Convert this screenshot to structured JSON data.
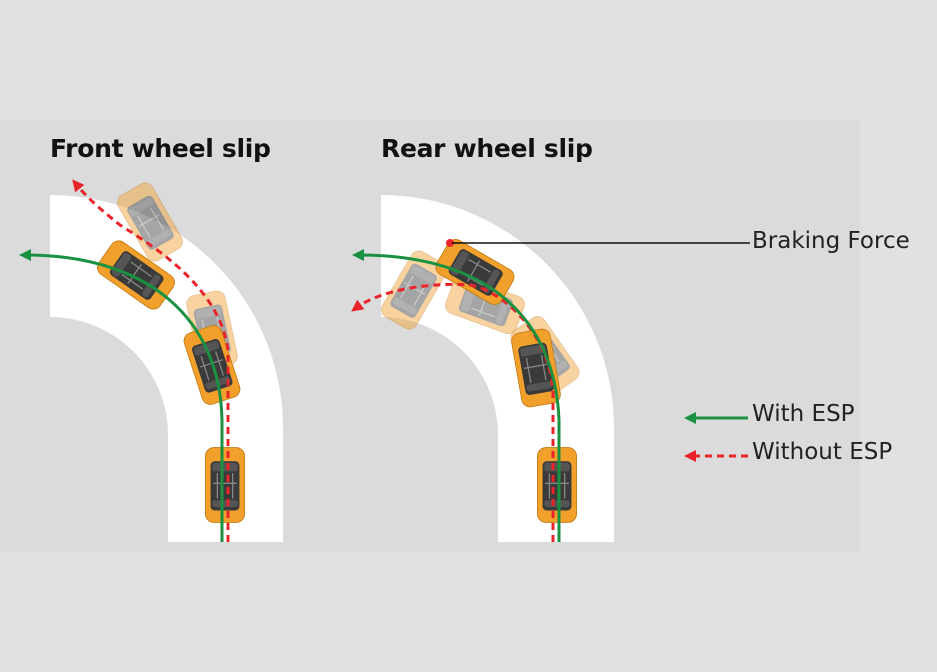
{
  "titles": {
    "front": "Front wheel slip",
    "rear": "Rear wheel slip"
  },
  "annotations": {
    "braking_force": "Braking Force"
  },
  "legend": {
    "with_esp": "With ESP",
    "without_esp": "Without ESP"
  },
  "colors": {
    "background": "#e2e1e1",
    "panel": "#dcdbdb",
    "road": "#ffffff",
    "with_esp": "#1a9141",
    "without_esp": "#e8242a",
    "car_body": "#f2a02c",
    "car_roof": "#3a3a3a"
  },
  "icons": {
    "car": "car-top-view-icon",
    "braking_marker": "brake-light-icon"
  }
}
